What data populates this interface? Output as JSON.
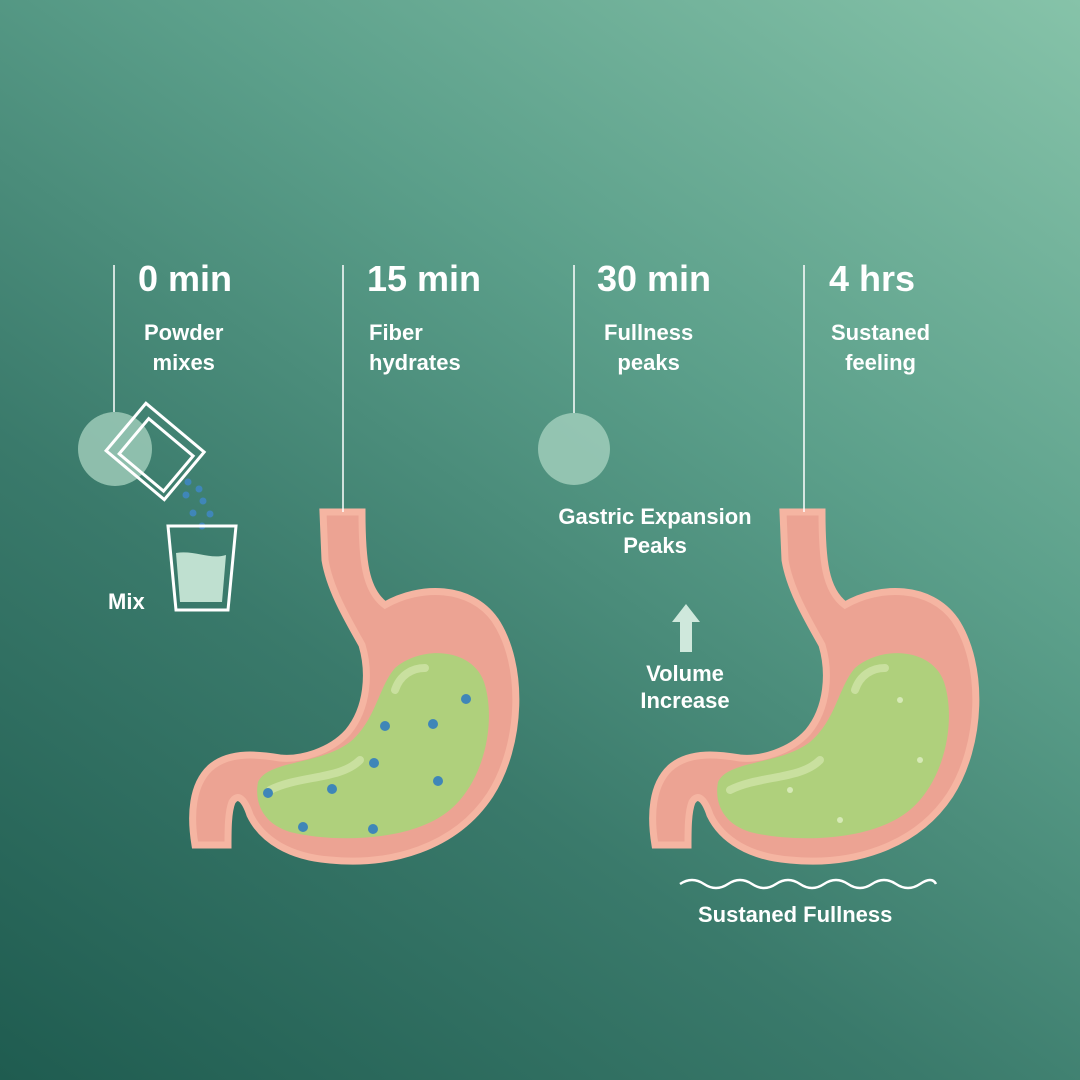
{
  "steps": [
    {
      "time": "0 min",
      "desc1": "Powder",
      "desc2": "mixes"
    },
    {
      "time": "15 min",
      "desc1": "Fiber",
      "desc2": "hydrates"
    },
    {
      "time": "30 min",
      "desc1": "Fullness",
      "desc2": "peaks"
    },
    {
      "time": "4 hrs",
      "desc1": "Sustaned",
      "desc2": "feeling"
    }
  ],
  "labels": {
    "mix": "Mix",
    "gastric1": "Gastric Expansion",
    "gastric2": "Peaks",
    "volume1": "Volume",
    "volume2": "Increase",
    "sustained": "Sustaned Fullness"
  },
  "colors": {
    "stomach": "#eca393",
    "lining": "#f5b5a2",
    "contents": "#afd07c",
    "particles": "#3f86b8"
  }
}
